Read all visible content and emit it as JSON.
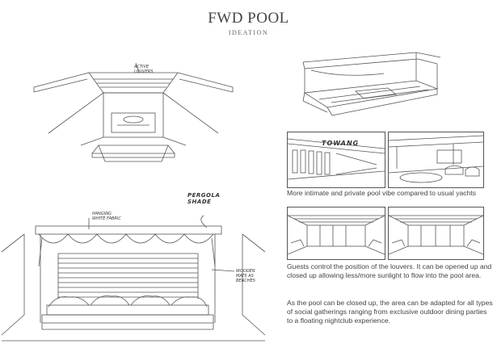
{
  "header": {
    "title": "FWD POOL",
    "subtitle": "IDEATION"
  },
  "annotations": {
    "louvers": "ACTIVE LOUVERS",
    "fabric": "HANGING WHITE FABRIC",
    "pergola": "PERGOLA SHADE",
    "mats": "WOODEN MATS AS BENCHES",
    "signage": "TOWANG"
  },
  "captions": {
    "vibe": "More intimate and private pool vibe compared to usual yachts",
    "louvers": "Guests control the position of the louvers. It can be opened up and closed up allowing less/more sunlight to flow into the pool area.",
    "social": "As the pool can be closed up, the area can be adapted for all types of social gatherings ranging from exclusive outdoor dining parties to a floating nightclub experience."
  }
}
